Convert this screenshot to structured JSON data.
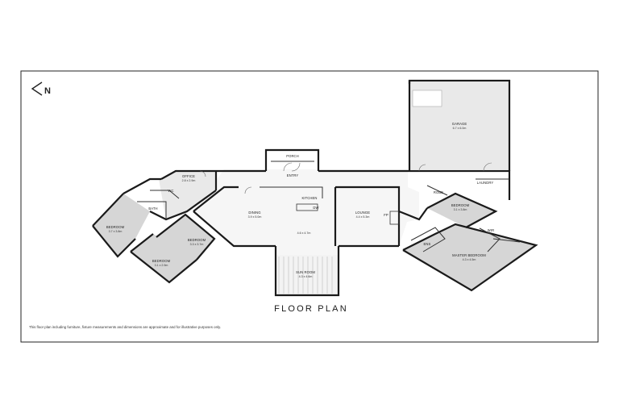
{
  "title": "FLOOR PLAN",
  "disclaimer": "This floor plan including furniture, fixture measurements and dimensions are approximate and for illustrative purposes only.",
  "compass_label": "N",
  "rooms": [
    {
      "key": "garage",
      "name": "GARAGE",
      "dim": "6.7 x 6.0m"
    },
    {
      "key": "porch",
      "name": "PORCH",
      "dim": ""
    },
    {
      "key": "entry",
      "name": "ENTRY",
      "dim": ""
    },
    {
      "key": "office",
      "name": "OFFICE",
      "dim": "2.8 x 2.9m"
    },
    {
      "key": "wc",
      "name": "WC",
      "dim": ""
    },
    {
      "key": "bath",
      "name": "BATH",
      "dim": ""
    },
    {
      "key": "kitchen",
      "name": "KITCHEN",
      "dim": ""
    },
    {
      "key": "dw",
      "name": "DW",
      "dim": ""
    },
    {
      "key": "dining",
      "name": "DINING",
      "dim": "3.9 x 5.0m"
    },
    {
      "key": "family",
      "name": "",
      "dim": "4.6 x 4.7m"
    },
    {
      "key": "lounge",
      "name": "LOUNGE",
      "dim": "4.4 x 5.3m"
    },
    {
      "key": "fp",
      "name": "FP",
      "dim": ""
    },
    {
      "key": "sunroom",
      "name": "SUN ROOM",
      "dim": "4.3 x 4.6m"
    },
    {
      "key": "bedroom_nw",
      "name": "BEDROOM",
      "dim": "3.7 x 3.8m"
    },
    {
      "key": "bedroom_mid",
      "name": "BEDROOM",
      "dim": "3.3 x 3.7m"
    },
    {
      "key": "bedroom_sw",
      "name": "BEDROOM",
      "dim": "3.1 x 2.9m"
    },
    {
      "key": "robe",
      "name": "ROBE",
      "dim": ""
    },
    {
      "key": "laundry",
      "name": "LAUNDRY",
      "dim": ""
    },
    {
      "key": "bedroom_e",
      "name": "BEDROOM",
      "dim": "3.1 x 3.8m"
    },
    {
      "key": "wir",
      "name": "WIR",
      "dim": ""
    },
    {
      "key": "ens",
      "name": "ENS",
      "dim": ""
    },
    {
      "key": "master",
      "name": "MASTER BEDROOM",
      "dim": "4.3 x 4.5m"
    }
  ]
}
